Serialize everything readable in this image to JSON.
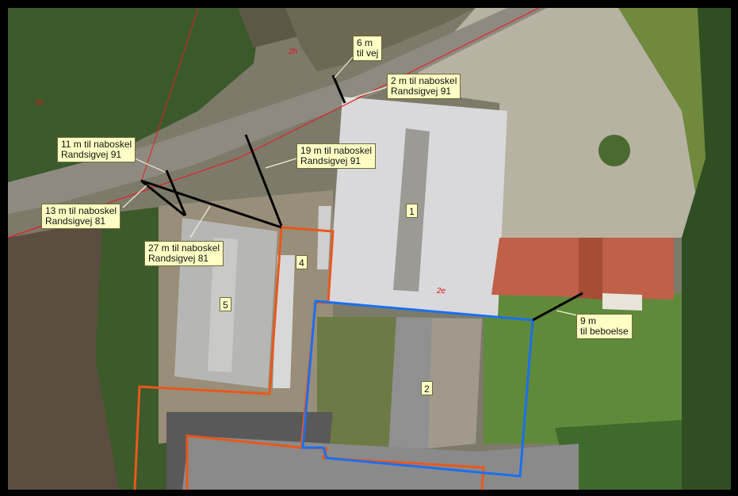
{
  "measurements": [
    {
      "id": "vej",
      "text": "6 m\ntil vej"
    },
    {
      "id": "naboskel-2",
      "text": "2 m til naboskel\nRandsigvej 91"
    },
    {
      "id": "naboskel-11",
      "text": "11 m til naboskel\nRandsigvej 91"
    },
    {
      "id": "naboskel-19",
      "text": "19 m til naboskel\nRandsigvej 91"
    },
    {
      "id": "naboskel-13",
      "text": "13 m til naboskel\nRandsigvej 81"
    },
    {
      "id": "naboskel-27",
      "text": "27 m til naboskel\nRandsigvej 81"
    },
    {
      "id": "beboelse",
      "text": "9 m\ntil beboelse"
    }
  ],
  "buildings": [
    "1",
    "2",
    "4",
    "5"
  ],
  "zone_labels": [
    "2e",
    "2h",
    "2e"
  ],
  "colors": {
    "property_border": "#e8581c",
    "project_border": "#1a6ff0",
    "cadastral_line": "#e02020",
    "distance_line": "#000000",
    "label_fill": "#ffffc4"
  }
}
